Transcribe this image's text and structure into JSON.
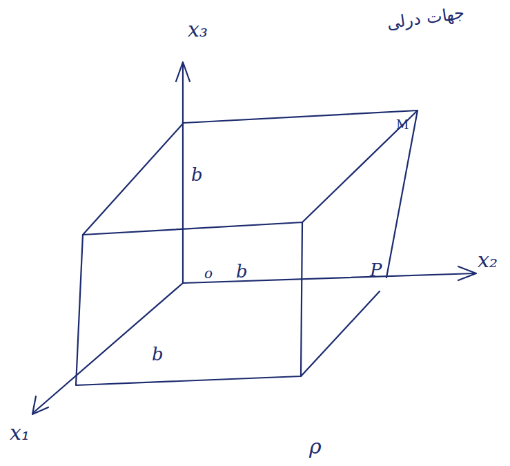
{
  "diagram": {
    "labels": [
      "جهات درلی",
      "x₃",
      "b",
      "M",
      "o",
      "b",
      "P",
      "x₂",
      "b",
      "x₁",
      "ρ"
    ]
  }
}
